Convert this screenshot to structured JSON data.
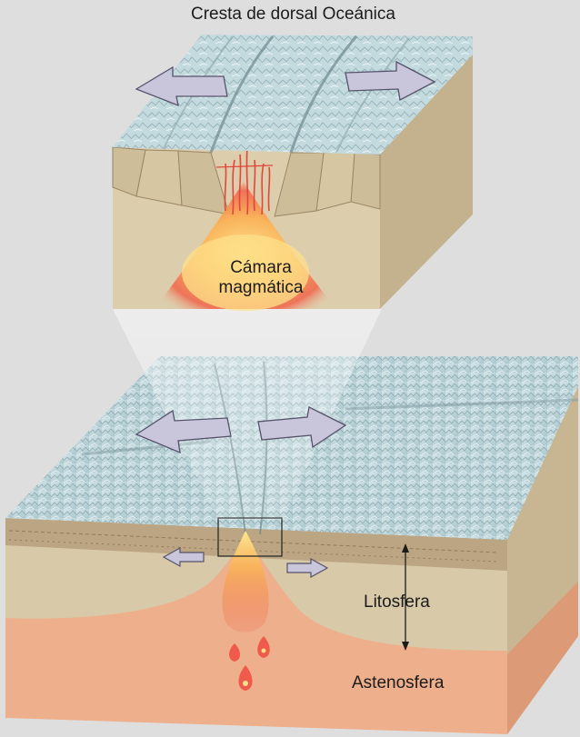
{
  "labels": {
    "top_title": "Cresta de dorsal Oceánica",
    "magma_chamber_line1": "Cámara",
    "magma_chamber_line2": "magmática",
    "lithosphere": "Litosfera",
    "asthenosphere": "Astenosfera"
  },
  "colors": {
    "page_background": "#dedede",
    "ocean_floor": "#b9d3d8",
    "ocean_floor_shadow": "#7f9aa0",
    "lithosphere_front": "#d8c9a8",
    "lithosphere_side": "#c2b08c",
    "crust_band": "#b9a280",
    "asthenosphere_front": "#eeb08c",
    "asthenosphere_side": "#dd9a76",
    "magma_core": "#fde08a",
    "magma_mid": "#f7a24a",
    "magma_outer": "#ef5a4a",
    "arrow_fill": "#c9c6dc",
    "arrow_stroke": "#55526a"
  },
  "icons": {
    "spreading_arrow": "double-arrow-outward",
    "thickness_arrow": "vertical-double-headed-arrow",
    "magma_drop": "teardrop"
  }
}
